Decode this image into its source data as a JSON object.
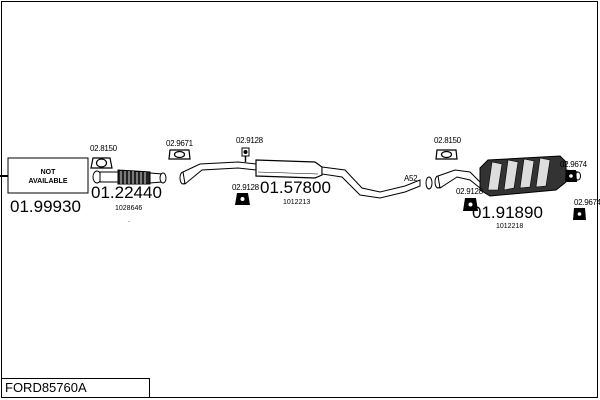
{
  "not_available_label": [
    "NOT",
    "AVAILABLE"
  ],
  "diagram_code": "FORD85760A",
  "parts": {
    "p1": {
      "number": "01.99930"
    },
    "p2": {
      "number": "01.22440",
      "oe": "1028646"
    },
    "p3": {
      "number": "01.57800",
      "oe": "1012213"
    },
    "p4": {
      "number": "01.91890",
      "oe": "1012218"
    }
  },
  "refs": {
    "r1": "02.8150",
    "r2": "02.9671",
    "r3": "02.9128",
    "r4": "02.9128",
    "r5": "02.8150",
    "r6": "02.9128",
    "r7": "02.9674",
    "r8": "02.9674",
    "r9": "A52"
  },
  "colors": {
    "line": "#000000",
    "background": "#ffffff"
  }
}
